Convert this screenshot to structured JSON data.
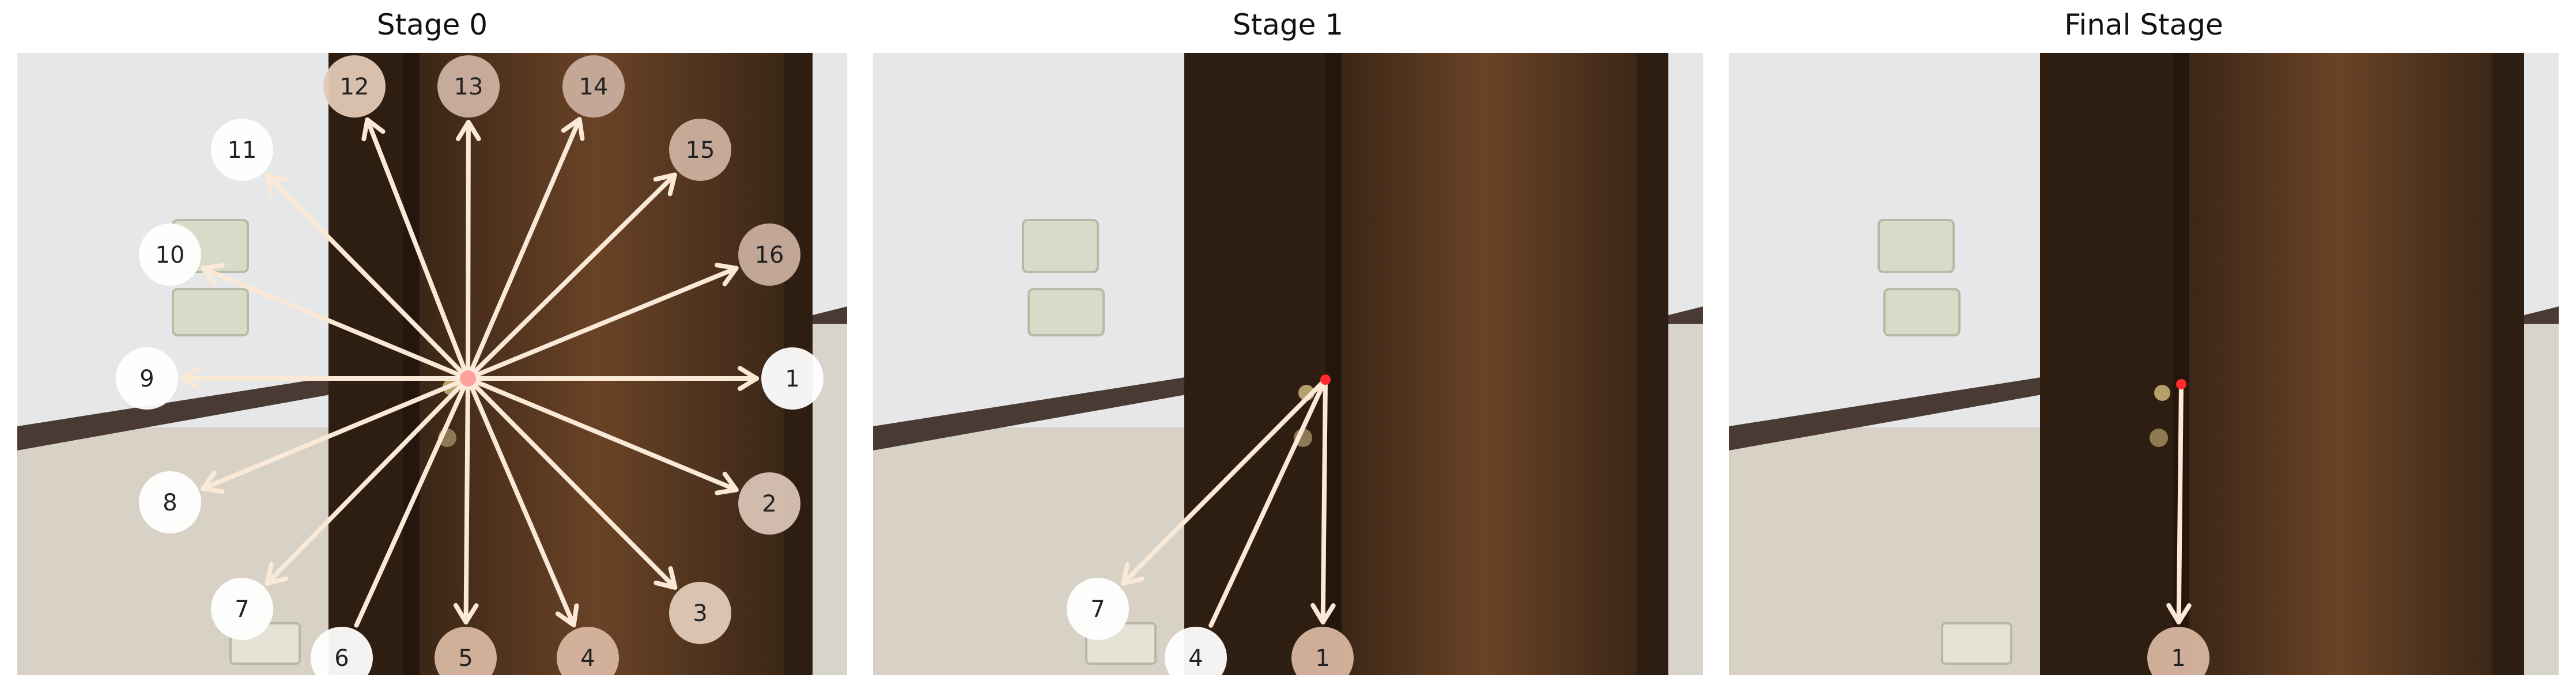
{
  "panels": [
    {
      "title": "Stage 0",
      "labels": [
        "1",
        "2",
        "3",
        "4",
        "5",
        "6",
        "7",
        "8",
        "9",
        "10",
        "11",
        "12",
        "13",
        "14",
        "15",
        "16"
      ]
    },
    {
      "title": "Stage 1",
      "labels": [
        "1",
        "4",
        "7"
      ]
    },
    {
      "title": "Final Stage",
      "labels": [
        "1"
      ]
    }
  ]
}
